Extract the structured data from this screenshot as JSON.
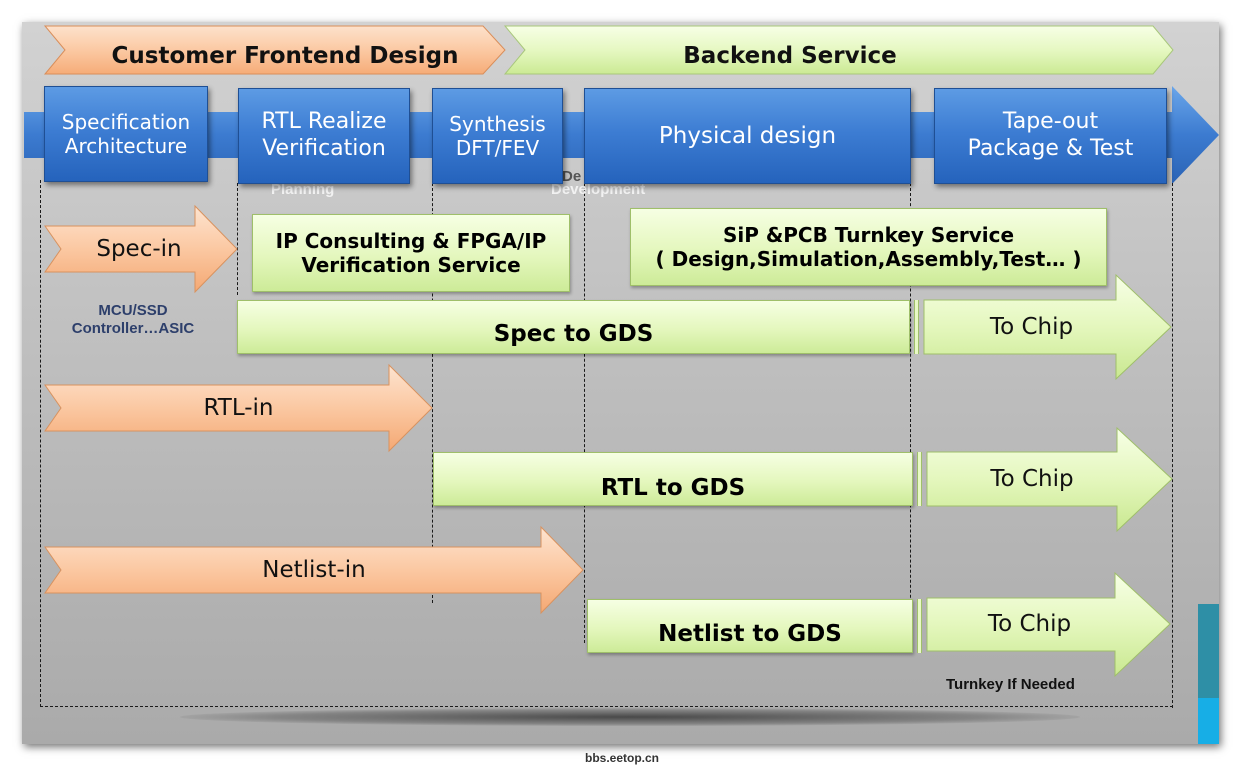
{
  "header": {
    "frontend": "Customer Frontend Design",
    "backend": "Backend Service"
  },
  "stages": [
    {
      "label": "Specification\nArchitecture"
    },
    {
      "label": "RTL Realize\nVerification"
    },
    {
      "label": "Synthesis\nDFT/FEV"
    },
    {
      "label": "Physical design"
    },
    {
      "label": "Tape-out\nPackage & Test"
    }
  ],
  "ghost_labels": {
    "planning": "Planning",
    "development": "Development",
    "de": "De"
  },
  "inputs": {
    "spec_in": "Spec-in",
    "spec_note": "MCU/SSD\nController…ASIC",
    "rtl_in": "RTL-in",
    "netlist_in": "Netlist-in"
  },
  "services": {
    "ip": "IP Consulting & FPGA/IP\nVerification Service",
    "sip": "SiP &PCB Turnkey Service\n( Design,Simulation,Assembly,Test… )"
  },
  "flows": [
    {
      "label": "Spec to GDS",
      "chip": "To Chip"
    },
    {
      "label": "RTL to GDS",
      "chip": "To Chip"
    },
    {
      "label": "Netlist to GDS",
      "chip": "To Chip"
    }
  ],
  "turnkey_note": "Turnkey If Needed",
  "watermark": "bbs.eetop.cn",
  "colors": {
    "blue": "#3d7dd3",
    "orange": "#fbc7a0",
    "green": "#e4f7bd",
    "dark_teal": "#2e8fa6",
    "cyan": "#17aee6"
  }
}
